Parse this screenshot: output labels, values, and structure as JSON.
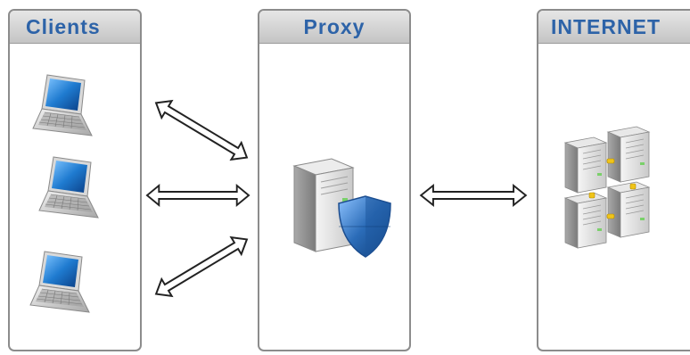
{
  "panels": {
    "clients": {
      "title": "Clients"
    },
    "proxy": {
      "title": "Proxy"
    },
    "internet": {
      "title": "INTERNET"
    }
  },
  "colors": {
    "header_text": "#2d63a8",
    "panel_border": "#8c8c8c",
    "laptop_screen": "#1f7bd0",
    "shield": "#2b6cb8",
    "connector": "#f0c419"
  },
  "icons": [
    "laptop-icon",
    "laptop-icon",
    "laptop-icon",
    "proxy-server-shield-icon",
    "server-cluster-icon"
  ]
}
